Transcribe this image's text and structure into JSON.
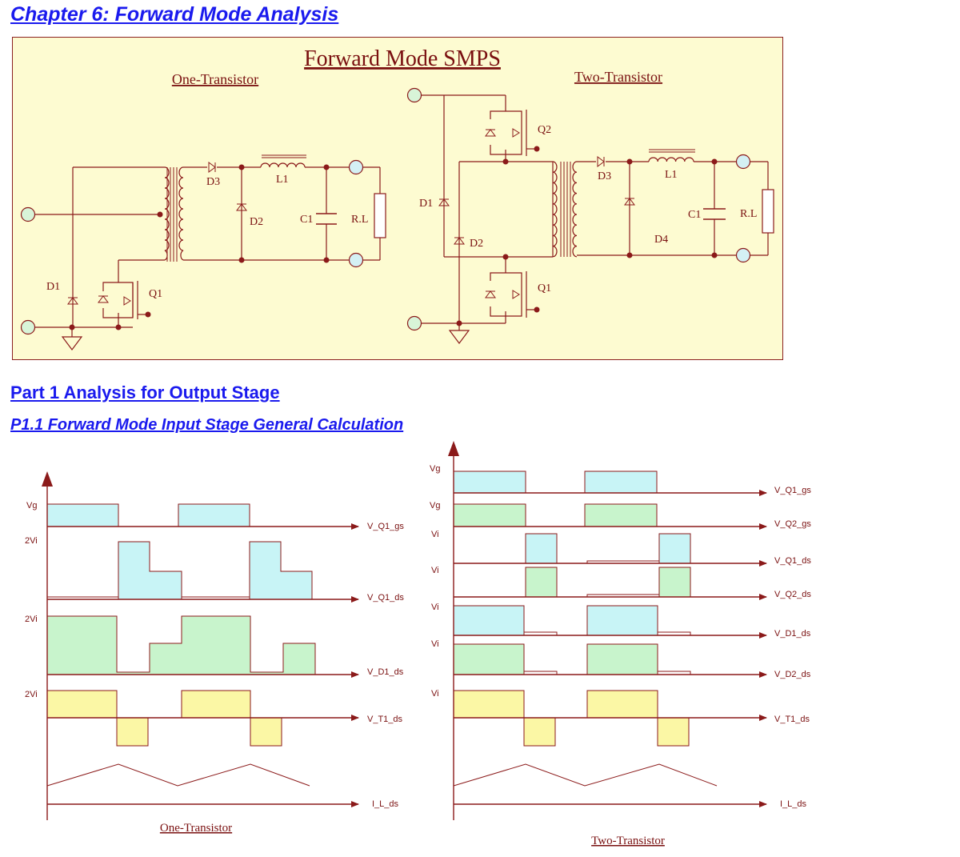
{
  "headings": {
    "chapter": "Chapter 6: Forward Mode Analysis",
    "part1": "Part 1 Analysis for Output Stage",
    "p11": "P1.1 Forward Mode Input Stage General Calculation"
  },
  "schematic": {
    "title": "Forward Mode SMPS",
    "left_title": "One-Transistor",
    "right_title": "Two-Transistor",
    "left_labels": {
      "d1": "D1",
      "q1": "Q1",
      "d3": "D3",
      "d2": "D2",
      "l1": "L1",
      "c1": "C1",
      "rl": "R.L"
    },
    "right_labels": {
      "d1": "D1",
      "d2": "D2",
      "q1": "Q1",
      "q2": "Q2",
      "d3": "D3",
      "d4": "D4",
      "l1": "L1",
      "c1": "C1",
      "rl": "R.L"
    }
  },
  "waveforms": {
    "left": {
      "caption": "One-Transistor",
      "levels": {
        "vg": "Vg",
        "vq1ds": "2Vi",
        "vd1ds": "2Vi",
        "vt1ds": "2Vi"
      },
      "signals": [
        "V_Q1_gs",
        "V_Q1_ds",
        "V_D1_ds",
        "V_T1_ds",
        "I_L_ds"
      ]
    },
    "right": {
      "caption": "Two-Transistor",
      "levels": {
        "vq1gs": "Vg",
        "vq2gs": "Vg",
        "vq1ds": "Vi",
        "vq2ds": "Vi",
        "vd1ds": "Vi",
        "vd2ds": "Vi",
        "vt1ds": "Vi"
      },
      "signals": [
        "V_Q1_gs",
        "V_Q2_gs",
        "V_Q1_ds",
        "V_Q2_ds",
        "V_D1_ds",
        "V_D2_ds",
        "V_T1_ds",
        "I_L_ds"
      ]
    }
  },
  "colors": {
    "wire": "#8b1a1a",
    "panel_fill": "#fdfbd1",
    "cyan_fill": "#c8f4f6",
    "green_fill": "#c8f4cc",
    "yellow_fill": "#fbf7a5",
    "node_fill": "#d8f4d8",
    "terminal_fill": "#d4f0f4",
    "heading": "#1a1aee"
  }
}
